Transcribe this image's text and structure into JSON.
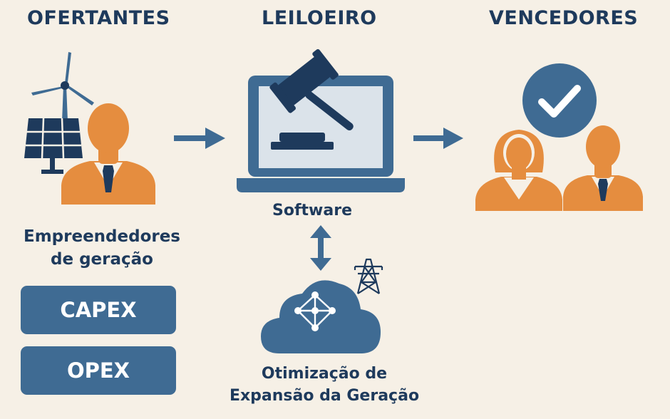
{
  "columns": {
    "bidders_title": "OFERTANTES",
    "auctioneer_title": "LEILOEIRO",
    "winners_title": "VENCEDORES"
  },
  "bidders": {
    "label_line1": "Empreendedores",
    "label_line2": "de geração",
    "costs": [
      "CAPEX",
      "OPEX"
    ]
  },
  "auctioneer": {
    "tool_label": "Software"
  },
  "optimization": {
    "label_line1": "Otimização de",
    "label_line2": "Expansão da Geração"
  },
  "colors": {
    "background": "#f6f0e6",
    "navy": "#1e3a5c",
    "blue": "#3f6b93",
    "orange": "#e58d3f"
  },
  "icons": [
    "wind-turbine-icon",
    "solar-panel-icon",
    "businessman-icon",
    "arrow-right-icon",
    "laptop-icon",
    "gavel-icon",
    "check-circle-icon",
    "businesswoman-icon",
    "double-arrow-icon",
    "transmission-tower-icon",
    "cloud-network-icon"
  ]
}
